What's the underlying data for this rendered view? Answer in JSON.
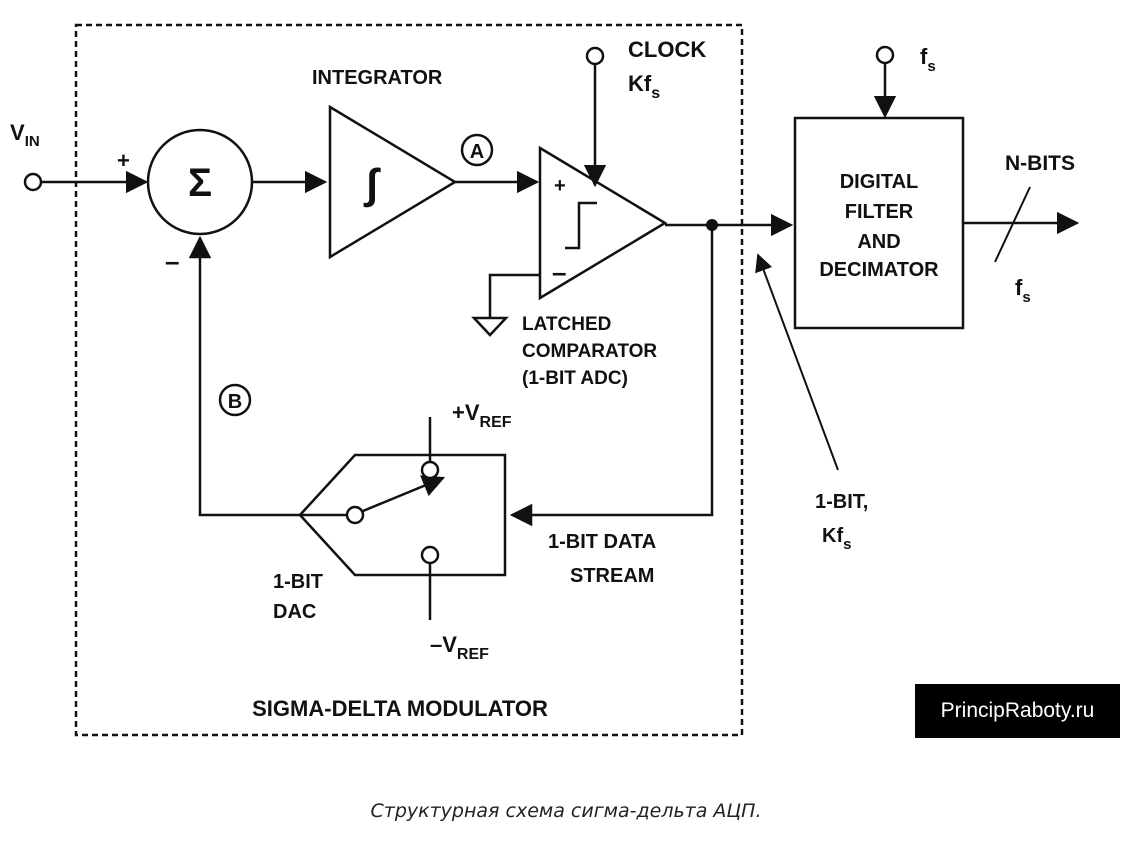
{
  "labels": {
    "vin_main": "V",
    "vin_sub": "IN",
    "plus_input": "+",
    "minus_feedback": "–",
    "sum_symbol": "Σ",
    "integrator": "INTEGRATOR",
    "integral_symbol": "∫",
    "node_a": "A",
    "node_b": "B",
    "clock_line1": "CLOCK",
    "clock_k": "Kf",
    "clock_sub": "s",
    "comp_plus": "+",
    "comp_minus": "–",
    "comparator_line1": "LATCHED",
    "comparator_line2": "COMPARATOR",
    "comparator_line3": "(1-BIT ADC)",
    "filter_line1": "DIGITAL",
    "filter_line2": "FILTER",
    "filter_line3": "AND",
    "filter_line4": "DECIMATOR",
    "fs_top_main": "f",
    "fs_top_sub": "s",
    "nbits": "N-BITS",
    "fs_out_main": "f",
    "fs_out_sub": "s",
    "vref_pos_main": "+V",
    "vref_pos_sub": "REF",
    "vref_neg_main": "–V",
    "vref_neg_sub": "REF",
    "dac_line1": "1-BIT",
    "dac_line2": "DAC",
    "datastream_line1": "1-BIT DATA",
    "datastream_line2": "STREAM",
    "onebit_line1": "1-BIT,",
    "onebit_k": "Kf",
    "onebit_sub": "s",
    "modulator_title": "SIGMA-DELTA MODULATOR"
  },
  "watermark": "PrincipRaboty.ru",
  "caption": "Структурная схема сигма-дельта АЦП."
}
